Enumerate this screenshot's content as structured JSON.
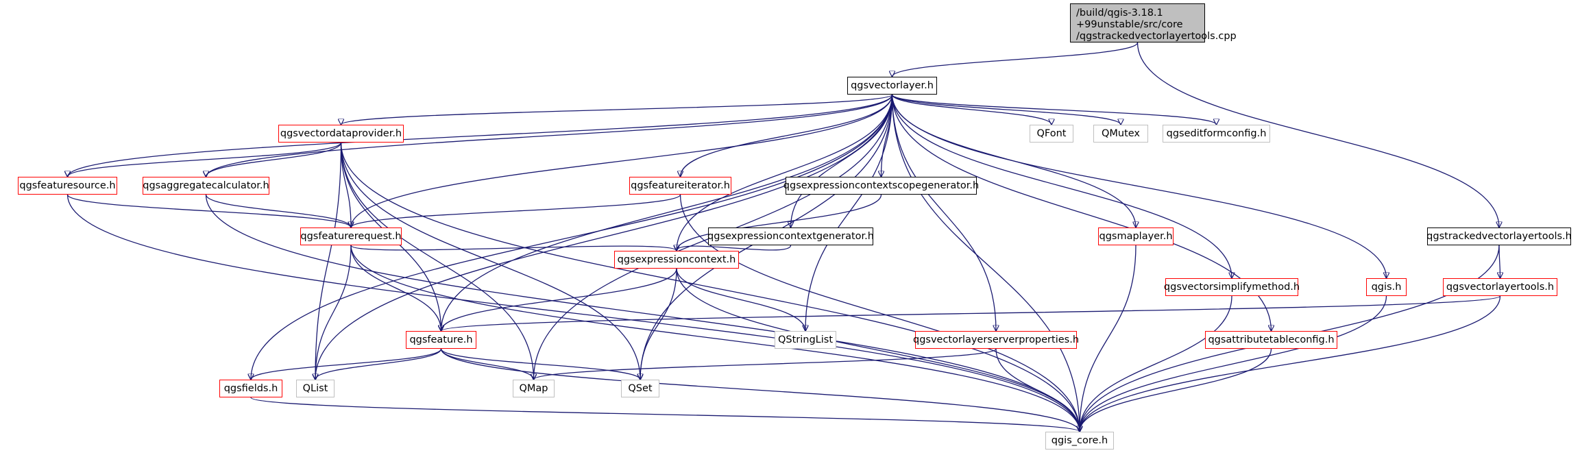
{
  "diagram": {
    "root": {
      "lines": [
        "/build/qgis-3.18.1",
        "+99unstable/src/core",
        "/qgstrackedvectorlayertools.cpp"
      ]
    },
    "nodes": [
      {
        "id": "qgsvectorlayer",
        "label": "qgsvectorlayer.h",
        "style": "black"
      },
      {
        "id": "qgstrackedvectorlayertools",
        "label": "qgstrackedvectorlayertools.h",
        "style": "black"
      },
      {
        "id": "qgsvectordataprovider",
        "label": "qgsvectordataprovider.h",
        "style": "red"
      },
      {
        "id": "qfont",
        "label": "QFont",
        "style": "grey"
      },
      {
        "id": "qmutex",
        "label": "QMutex",
        "style": "grey"
      },
      {
        "id": "qgseditformconfig",
        "label": "qgseditformconfig.h",
        "style": "grey"
      },
      {
        "id": "qgsfeaturesource",
        "label": "qgsfeaturesource.h",
        "style": "red"
      },
      {
        "id": "qgsaggregatecalculator",
        "label": "qgsaggregatecalculator.h",
        "style": "red"
      },
      {
        "id": "qgsfeatureiterator",
        "label": "qgsfeatureiterator.h",
        "style": "red"
      },
      {
        "id": "qgsexpressioncontextscopegenerator",
        "label": "qgsexpressioncontextscopegenerator.h",
        "style": "black"
      },
      {
        "id": "qgsfeaturerequest",
        "label": "qgsfeaturerequest.h",
        "style": "red"
      },
      {
        "id": "qgsexpressioncontextgenerator",
        "label": "qgsexpressioncontextgenerator.h",
        "style": "black"
      },
      {
        "id": "qgsmaplayer",
        "label": "qgsmaplayer.h",
        "style": "red"
      },
      {
        "id": "qgsexpressioncontext",
        "label": "qgsexpressioncontext.h",
        "style": "red"
      },
      {
        "id": "qgsvectorsimplifymethod",
        "label": "qgsvectorsimplifymethod.h",
        "style": "red"
      },
      {
        "id": "qgis",
        "label": "qgis.h",
        "style": "red"
      },
      {
        "id": "qgsvectorlayertools",
        "label": "qgsvectorlayertools.h",
        "style": "red"
      },
      {
        "id": "qgsfeature",
        "label": "qgsfeature.h",
        "style": "red"
      },
      {
        "id": "qstringlist",
        "label": "QStringList",
        "style": "grey"
      },
      {
        "id": "qgsvectorlayerserverproperties",
        "label": "qgsvectorlayerserverproperties.h",
        "style": "red"
      },
      {
        "id": "qgsattributetableconfig",
        "label": "qgsattributetableconfig.h",
        "style": "red"
      },
      {
        "id": "qgsfields",
        "label": "qgsfields.h",
        "style": "red"
      },
      {
        "id": "qlist",
        "label": "QList",
        "style": "grey"
      },
      {
        "id": "qmap",
        "label": "QMap",
        "style": "grey"
      },
      {
        "id": "qset",
        "label": "QSet",
        "style": "grey"
      },
      {
        "id": "qgis_core",
        "label": "qgis_core.h",
        "style": "grey"
      }
    ],
    "edges": [
      [
        "root",
        "qgsvectorlayer"
      ],
      [
        "root",
        "qgstrackedvectorlayertools"
      ],
      [
        "qgsvectorlayer",
        "qgsvectordataprovider"
      ],
      [
        "qgsvectorlayer",
        "qfont"
      ],
      [
        "qgsvectorlayer",
        "qmutex"
      ],
      [
        "qgsvectorlayer",
        "qgseditformconfig"
      ],
      [
        "qgsvectorlayer",
        "qgsfeaturesource"
      ],
      [
        "qgsvectorlayer",
        "qgsaggregatecalculator"
      ],
      [
        "qgsvectorlayer",
        "qgsfeatureiterator"
      ],
      [
        "qgsvectorlayer",
        "qgsexpressioncontextscopegenerator"
      ],
      [
        "qgsvectorlayer",
        "qgsexpressioncontextgenerator"
      ],
      [
        "qgsvectorlayer",
        "qgsmaplayer"
      ],
      [
        "qgsvectorlayer",
        "qgsexpressioncontext"
      ],
      [
        "qgsvectorlayer",
        "qgsvectorsimplifymethod"
      ],
      [
        "qgsvectorlayer",
        "qgis"
      ],
      [
        "qgsvectorlayer",
        "qgsfeature"
      ],
      [
        "qgsvectorlayer",
        "qgsfeaturerequest"
      ],
      [
        "qgsvectorlayer",
        "qstringlist"
      ],
      [
        "qgsvectorlayer",
        "qgsvectorlayerserverproperties"
      ],
      [
        "qgsvectorlayer",
        "qgsattributetableconfig"
      ],
      [
        "qgsvectorlayer",
        "qgsfields"
      ],
      [
        "qgsvectorlayer",
        "qlist"
      ],
      [
        "qgsvectorlayer",
        "qmap"
      ],
      [
        "qgsvectorlayer",
        "qset"
      ],
      [
        "qgsvectorlayer",
        "qgis_core"
      ],
      [
        "qgstrackedvectorlayertools",
        "qgsvectorlayertools"
      ],
      [
        "qgstrackedvectorlayertools",
        "qgis_core"
      ],
      [
        "qgsvectordataprovider",
        "qgsfeaturesource"
      ],
      [
        "qgsvectordataprovider",
        "qgsaggregatecalculator"
      ],
      [
        "qgsvectordataprovider",
        "qgsfeaturerequest"
      ],
      [
        "qgsvectordataprovider",
        "qgsfeature"
      ],
      [
        "qgsvectordataprovider",
        "qlist"
      ],
      [
        "qgsvectordataprovider",
        "qmap"
      ],
      [
        "qgsvectordataprovider",
        "qset"
      ],
      [
        "qgsvectordataprovider",
        "qgis_core"
      ],
      [
        "qgsfeaturesource",
        "qgsfeaturerequest"
      ],
      [
        "qgsfeaturesource",
        "qgis_core"
      ],
      [
        "qgsaggregatecalculator",
        "qgsfeaturerequest"
      ],
      [
        "qgsaggregatecalculator",
        "qgis_core"
      ],
      [
        "qgsfeatureiterator",
        "qgsfeaturerequest"
      ],
      [
        "qgsfeatureiterator",
        "qgis_core"
      ],
      [
        "qgsexpressioncontextscopegenerator",
        "qgsexpressioncontext"
      ],
      [
        "qgsexpressioncontextgenerator",
        "qgsexpressioncontext"
      ],
      [
        "qgsfeaturerequest",
        "qgsexpressioncontext"
      ],
      [
        "qgsfeaturerequest",
        "qgsfeature"
      ],
      [
        "qgsfeaturerequest",
        "qlist"
      ],
      [
        "qgsfeaturerequest",
        "qgis_core"
      ],
      [
        "qgsexpressioncontext",
        "qgsfeature"
      ],
      [
        "qgsexpressioncontext",
        "qstringlist"
      ],
      [
        "qgsexpressioncontext",
        "qset"
      ],
      [
        "qgsexpressioncontext",
        "qgis_core"
      ],
      [
        "qgsmaplayer",
        "qgis_core"
      ],
      [
        "qgsvectorsimplifymethod",
        "qgis_core"
      ],
      [
        "qgis",
        "qgis_core"
      ],
      [
        "qgsvectorlayertools",
        "qgsfeature"
      ],
      [
        "qgsvectorlayertools",
        "qgis_core"
      ],
      [
        "qgsfeature",
        "qgsfields"
      ],
      [
        "qgsfeature",
        "qlist"
      ],
      [
        "qgsfeature",
        "qmap"
      ],
      [
        "qgsfeature",
        "qset"
      ],
      [
        "qgsfeature",
        "qgis_core"
      ],
      [
        "qgsvectorlayerserverproperties",
        "qmap"
      ],
      [
        "qgsvectorlayerserverproperties",
        "qgis_core"
      ],
      [
        "qgsattributetableconfig",
        "qgis_core"
      ],
      [
        "qgsfields",
        "qgis_core"
      ]
    ]
  }
}
